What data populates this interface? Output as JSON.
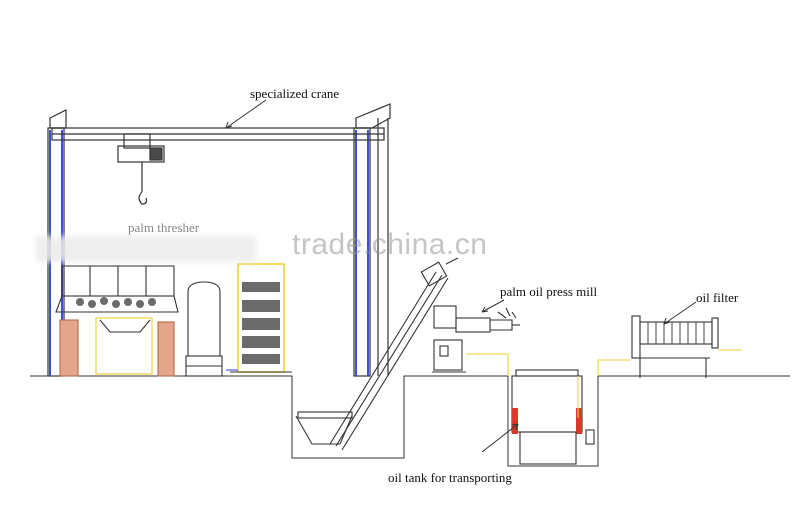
{
  "labels": {
    "crane": "specialized crane",
    "thresher": "palm thresher",
    "press": "palm oil press mill",
    "filter": "oil filter",
    "tank": "oil tank for transporting"
  },
  "watermark": "trade.china.cn",
  "colors": {
    "line": "#333333",
    "column_blue": "#3b4fd8",
    "brick": "#d98a6a",
    "oil_pipe": "#f2d23a",
    "tank_red": "#d63a2a",
    "ore": "#6b6b6b"
  }
}
